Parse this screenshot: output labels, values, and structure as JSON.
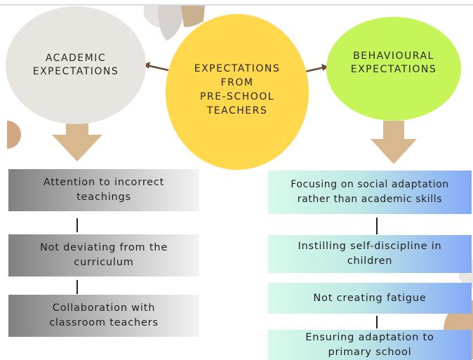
{
  "diagram": {
    "center": {
      "lines": [
        "EXPECTATIONS",
        "FROM",
        "PRE-SCHOOL",
        "TEACHERS"
      ]
    },
    "left_category": {
      "lines": [
        "ACADEMIC",
        "EXPECTATIONS"
      ]
    },
    "right_category": {
      "lines": [
        "BEHAVIOURAL",
        "EXPECTATIONS"
      ]
    },
    "left_items": [
      {
        "lines": [
          "Attention to incorrect",
          "teachings"
        ]
      },
      {
        "lines": [
          "Not deviating from the",
          "curriculum"
        ]
      },
      {
        "lines": [
          "Collaboration with",
          "classroom teachers"
        ]
      }
    ],
    "right_items": [
      {
        "lines": [
          "Focusing on social adaptation",
          "rather than academic skills"
        ]
      },
      {
        "lines": [
          "Instilling self-discipline in",
          "children"
        ]
      },
      {
        "lines": [
          "Not creating fatigue"
        ]
      },
      {
        "lines": [
          "Ensuring adaptation to",
          "primary school"
        ]
      }
    ],
    "colors": {
      "center": "#ffd84d",
      "left_circle": "#e8e4df",
      "right_circle": "#c6f55a",
      "arrow": "#d8b88f",
      "connector": "#6b4a35"
    }
  }
}
